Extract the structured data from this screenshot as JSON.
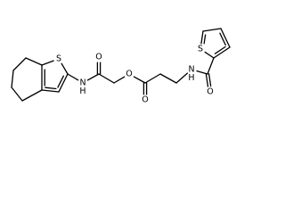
{
  "molecule": {
    "atoms": [
      {
        "id": "a1",
        "element": "C"
      },
      {
        "id": "a2",
        "element": "C"
      },
      {
        "id": "a3",
        "element": "C"
      },
      {
        "id": "a4",
        "element": "S",
        "label": "S"
      },
      {
        "id": "a5",
        "element": "C"
      },
      {
        "id": "a6",
        "element": "C"
      },
      {
        "id": "a7",
        "element": "O",
        "label": "O"
      },
      {
        "id": "a8",
        "element": "N",
        "label": "N",
        "hydrogen": "H"
      },
      {
        "id": "a9",
        "element": "C"
      },
      {
        "id": "a10",
        "element": "C"
      },
      {
        "id": "a11",
        "element": "C"
      },
      {
        "id": "a12",
        "element": "O",
        "label": "O"
      },
      {
        "id": "a13",
        "element": "O",
        "label": "O"
      },
      {
        "id": "a14",
        "element": "C"
      },
      {
        "id": "a15",
        "element": "C"
      },
      {
        "id": "a16",
        "element": "O",
        "label": "O"
      },
      {
        "id": "a17",
        "element": "N",
        "label": "N",
        "hydrogen": "H"
      },
      {
        "id": "a18",
        "element": "C"
      },
      {
        "id": "a19",
        "element": "S",
        "label": "S"
      },
      {
        "id": "a20",
        "element": "C"
      },
      {
        "id": "a21",
        "element": "C"
      },
      {
        "id": "a22",
        "element": "C"
      },
      {
        "id": "a23",
        "element": "C"
      },
      {
        "id": "a24",
        "element": "C"
      },
      {
        "id": "a25",
        "element": "C"
      },
      {
        "id": "a26",
        "element": "C"
      }
    ],
    "bonds": [
      [
        "a1",
        "a2",
        2
      ],
      [
        "a2",
        "a3",
        1
      ],
      [
        "a3",
        "a4",
        2
      ],
      [
        "a4",
        "a5",
        1
      ],
      [
        "a5",
        "a1",
        2
      ],
      [
        "a5",
        "a6",
        1
      ],
      [
        "a6",
        "a7",
        2
      ],
      [
        "a6",
        "a8",
        1
      ],
      [
        "a8",
        "a9",
        1
      ],
      [
        "a9",
        "a10",
        1
      ],
      [
        "a10",
        "a11",
        1
      ],
      [
        "a11",
        "a12",
        2
      ],
      [
        "a11",
        "a13",
        1
      ],
      [
        "a13",
        "a14",
        1
      ],
      [
        "a14",
        "a15",
        1
      ],
      [
        "a15",
        "a16",
        2
      ],
      [
        "a15",
        "a17",
        1
      ],
      [
        "a17",
        "a18",
        1
      ],
      [
        "a18",
        "a19",
        1
      ],
      [
        "a19",
        "a20",
        1
      ],
      [
        "a20",
        "a21",
        1
      ],
      [
        "a21",
        "a22",
        1
      ],
      [
        "a22",
        "a23",
        1
      ],
      [
        "a23",
        "a24",
        1
      ],
      [
        "a24",
        "a25",
        1
      ],
      [
        "a25",
        "a26",
        2
      ],
      [
        "a26",
        "a18",
        2
      ],
      [
        "a20",
        "a25",
        2
      ]
    ]
  }
}
